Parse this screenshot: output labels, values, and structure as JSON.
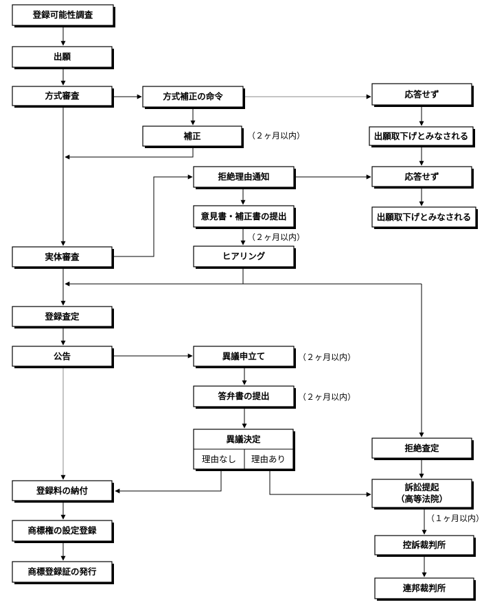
{
  "nodes": {
    "search": "登録可能性調査",
    "filing": "出願",
    "formal_exam": "方式審査",
    "amend_order": "方式補正の命令",
    "amendment": "補正",
    "no_response_1": "応答せず",
    "withdrawn_1": "出願取下げとみなされる",
    "rejection_notice": "拒絶理由通知",
    "no_response_2": "応答せず",
    "withdrawn_2": "出願取下げとみなされる",
    "opinion": "意見書・補正書の提出",
    "hearing": "ヒアリング",
    "substantive_exam": "実体審査",
    "reg_decision": "登録査定",
    "publication": "公告",
    "opposition": "異議申立て",
    "answer": "答弁書の提出",
    "opposition_decision": "異議決定",
    "no_reason": "理由なし",
    "has_reason": "理由あり",
    "rejection_decision": "拒絶査定",
    "fee_payment": "登録料の納付",
    "lawsuit_line1": "訴訟提起",
    "lawsuit_line2": "（高等法院）",
    "tm_registration": "商標権の設定登録",
    "certificate": "商標登録証の発行",
    "appeal_court": "控訴裁判所",
    "federal_court": "連邦裁判所"
  },
  "notes": {
    "amendment_deadline": "（２ヶ月以内）",
    "opinion_deadline": "（２ヶ月以内）",
    "opposition_deadline": "（２ヶ月以内）",
    "answer_deadline": "（２ヶ月以内）",
    "lawsuit_deadline": "（１ヶ月以内）"
  }
}
